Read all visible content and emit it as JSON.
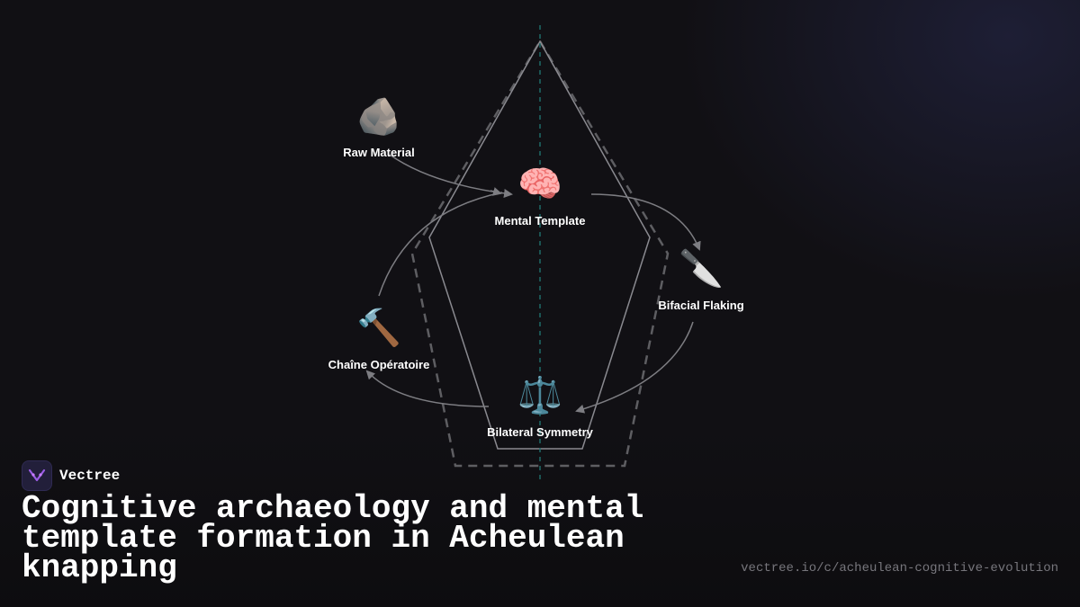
{
  "diagram": {
    "nodes": [
      {
        "id": "raw",
        "label": "Raw Material",
        "icon": "rock-icon",
        "glyph": "🪨"
      },
      {
        "id": "template",
        "label": "Mental Template",
        "icon": "brain-icon",
        "glyph": "🧠"
      },
      {
        "id": "flaking",
        "label": "Bifacial Flaking",
        "icon": "knife-icon",
        "glyph": "🔪"
      },
      {
        "id": "symmetry",
        "label": "Bilateral Symmetry",
        "icon": "balance-scale-icon",
        "glyph": "⚖️"
      },
      {
        "id": "chaine",
        "label": "Chaîne Opératoire",
        "icon": "hammer-icon",
        "glyph": "🔨"
      }
    ],
    "edges": [
      {
        "from": "raw",
        "to": "template"
      },
      {
        "from": "template",
        "to": "flaking"
      },
      {
        "from": "flaking",
        "to": "symmetry"
      },
      {
        "from": "symmetry",
        "to": "chaine"
      },
      {
        "from": "chaine",
        "to": "template"
      }
    ],
    "colors": {
      "outline": "#8a8a90",
      "dashed_outline": "#5e5e62",
      "axis": "#1f6a68",
      "arrow": "#7d7d82"
    }
  },
  "brand": {
    "name": "Vectree",
    "logo_icon": "vectree-logo-icon"
  },
  "title": "Cognitive archaeology and mental template formation in Acheulean knapping",
  "url": "vectree.io/c/acheulean-cognitive-evolution"
}
